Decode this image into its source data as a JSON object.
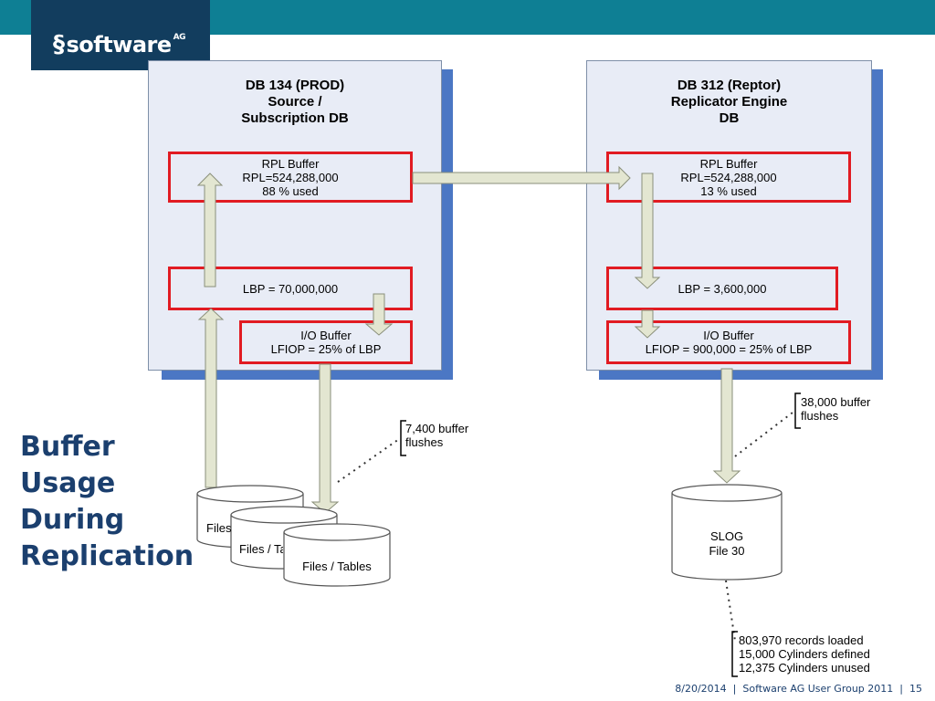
{
  "header": {
    "logo": "software AG",
    "logo_word": "software",
    "logo_suffix": "AG"
  },
  "slide_title": [
    "Buffer",
    "Usage",
    "During",
    "Replication"
  ],
  "source_db": {
    "title": [
      "DB 134 (PROD)",
      "Source /",
      "Subscription DB"
    ],
    "rpl_buffer": [
      "RPL Buffer",
      "RPL=524,288,000",
      "88 % used"
    ],
    "lbp": "LBP = 70,000,000",
    "io_buffer": [
      "I/O Buffer",
      "LFIOP = 25% of LBP"
    ]
  },
  "replicator_db": {
    "title": [
      "DB 312 (Reptor)",
      "Replicator Engine",
      "DB"
    ],
    "rpl_buffer": [
      "RPL Buffer",
      "RPL=524,288,000",
      "13 % used"
    ],
    "lbp": "LBP = 3,600,000",
    "io_buffer": [
      "I/O Buffer",
      "LFIOP = 900,000 = 25% of LBP"
    ]
  },
  "cylinders": {
    "files_1": "Files / Tables",
    "files_2": "Files / Tables",
    "files_3": "Files / Tables",
    "slog": [
      "SLOG",
      "File 30"
    ]
  },
  "notes": {
    "source_flushes": [
      "7,400 buffer",
      "flushes"
    ],
    "replicator_flushes": [
      "38,000 buffer",
      "flushes"
    ],
    "slog_stats": [
      "803,970 records loaded",
      "15,000 Cylinders defined",
      "12,375 Cylinders unused"
    ]
  },
  "footer": {
    "date": "8/20/2014",
    "event": "Software AG User Group 2011",
    "page": "15",
    "separator": "|"
  },
  "colors": {
    "top_bar": "#0e7f94",
    "logo_bg": "#123d5e",
    "title_text": "#1b3f6e",
    "panel_fill": "#e8ecf6",
    "panel_shadow": "#4b77c4",
    "buffer_border": "#e11b22",
    "arrow_fill": "#e3e6d1"
  }
}
